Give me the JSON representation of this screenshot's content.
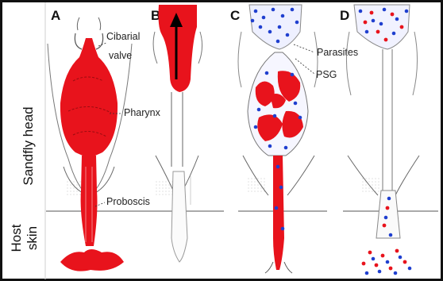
{
  "panels": [
    {
      "letter": "A"
    },
    {
      "letter": "B"
    },
    {
      "letter": "C"
    },
    {
      "letter": "D"
    }
  ],
  "side_labels": {
    "head": "Sandfly head",
    "skin_line1": "Host",
    "skin_line2": "skin"
  },
  "annotations": {
    "cibarial_line1": "Cibarial",
    "cibarial_line2": "valve",
    "pharynx": "Pharynx",
    "proboscis": "Proboscis",
    "parasites": "Parasites",
    "psg": "PSG"
  },
  "colors": {
    "blood": "#e8131c",
    "parasite": "#1f3fcf",
    "outline": "#444444",
    "border": "#111111"
  }
}
